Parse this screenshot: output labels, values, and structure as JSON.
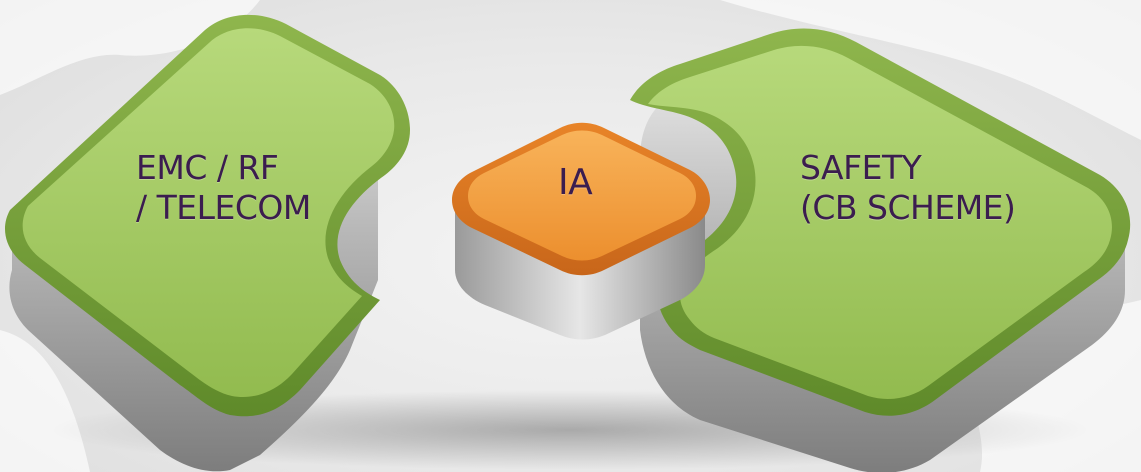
{
  "diagram": {
    "left_tile": {
      "lines": [
        "EMC / RF",
        "/ TELECOM"
      ]
    },
    "center_tile": {
      "label": "IA"
    },
    "right_tile": {
      "lines": [
        "SAFETY",
        "(CB SCHEME)"
      ]
    }
  },
  "colors": {
    "green_top": "#a9cf6a",
    "green_side": "#7da243",
    "orange_top": "#f5a347",
    "orange_side": "#de7e21",
    "metal_light": "#d7d7d7",
    "metal_dark": "#8c8c8c",
    "text": "#3b1d4f"
  }
}
